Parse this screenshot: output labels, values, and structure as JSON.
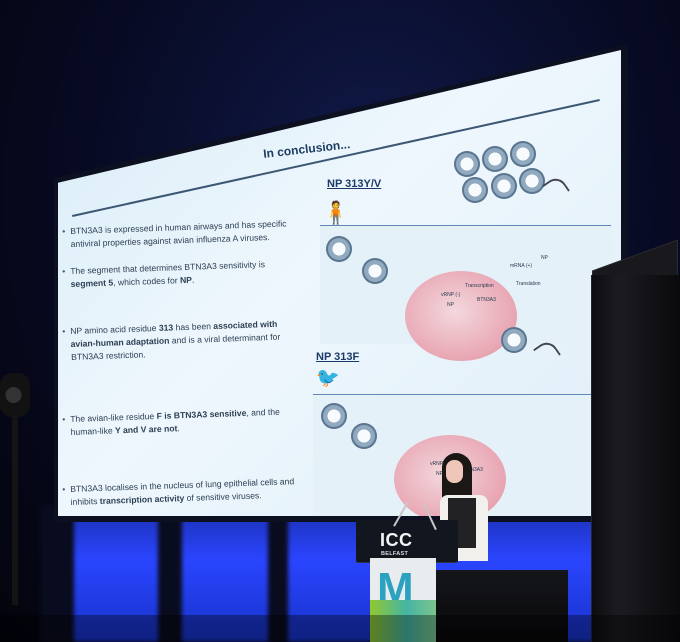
{
  "slide": {
    "title": "In conclusion...",
    "bullets": [
      {
        "text": "BTN3A3 is expressed in human airways and has specific antiviral properties against avian influenza A viruses."
      },
      {
        "parts": [
          "The segment that determines BTN3A3 sensitivity is ",
          "segment 5",
          ", which codes for ",
          "NP",
          "."
        ]
      },
      {
        "parts": [
          "NP amino acid residue ",
          "313",
          " has been ",
          "associated with avian-human adaptation",
          " and is a viral determinant for BTN3A3 restriction."
        ]
      },
      {
        "parts": [
          "The avian-like residue ",
          "F is BTN3A3 sensitive",
          ", and the human-like ",
          "Y and V are not",
          "."
        ]
      },
      {
        "parts": [
          "BTN3A3 localises in the nucleus of lung epithelial cells and inhibits ",
          "transcription activity",
          " of sensitive viruses."
        ]
      }
    ],
    "panels": [
      {
        "label": "NP 313Y/V",
        "labels": [
          "vRNP (-)",
          "NP",
          "Transcription",
          "BTN3A3",
          "mRNA (+)",
          "Translation",
          "NP"
        ]
      },
      {
        "label": "NP 313F",
        "labels": [
          "vRNP (-)",
          "NP",
          "BTN3A3"
        ]
      }
    ]
  },
  "podium": {
    "logo": "ICC",
    "sub": "BELFAST"
  },
  "colors": {
    "screen": "#e6f3fb",
    "title": "#1d3d63",
    "text": "#2e4055",
    "stage_blue": "#2a45ff"
  }
}
